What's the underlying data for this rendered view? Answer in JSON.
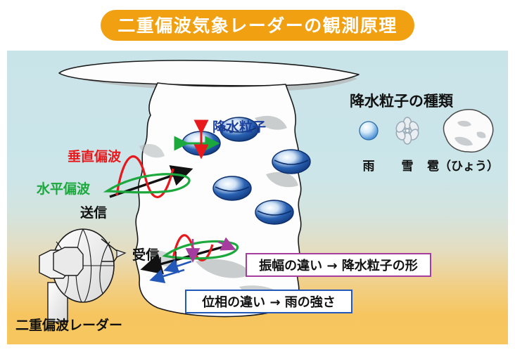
{
  "title": "二重偏波気象レーダーの観測原理",
  "panel": {
    "labels": {
      "vertical_polarization": "垂直偏波",
      "horizontal_polarization": "水平偏波",
      "transmit": "送信",
      "receive": "受信",
      "precipitation_particles": "降水粒子",
      "radar_device": "二重偏波レーダー"
    },
    "legend": {
      "title": "降水粒子の種類",
      "items": [
        {
          "icon": "raindrop-icon",
          "label": "雨"
        },
        {
          "icon": "snowflake-icon",
          "label": "雪"
        },
        {
          "icon": "hailstone-icon",
          "label": "雹（ひょう）"
        }
      ]
    },
    "callouts": [
      {
        "name": "amplitude-difference",
        "text": "振幅の違い → 降水粒子の形",
        "border_color": "#a63d9e"
      },
      {
        "name": "phase-difference",
        "text": "位相の違い → 雨の強さ",
        "border_color": "#2357b8"
      }
    ],
    "colors": {
      "title_pill": "#f0a011",
      "vertical_wave": "#e8191c",
      "horizontal_wave": "#1ba83c",
      "beam_arrow": "#111111",
      "amplitude_arrow": "#a63d9e",
      "phase_arrow": "#2357b8",
      "particle_blue": "#1b4f9c",
      "sky_top": "#c9e4e9",
      "ground_bottom": "#f7c65f",
      "cloud_white": "#fdfdfd",
      "cloud_shadow": "#b8bcbd"
    }
  }
}
